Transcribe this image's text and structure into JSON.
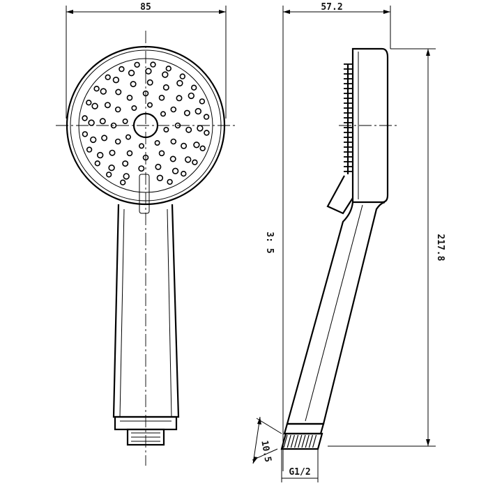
{
  "dimensions": {
    "front_width": "85",
    "side_width": "57.2",
    "side_length_left": "3: 5",
    "side_length_right": "217.8",
    "thread_length": "10.5",
    "thread_size": "G1/2"
  },
  "colors": {
    "line": "#000000",
    "background": "#ffffff"
  }
}
